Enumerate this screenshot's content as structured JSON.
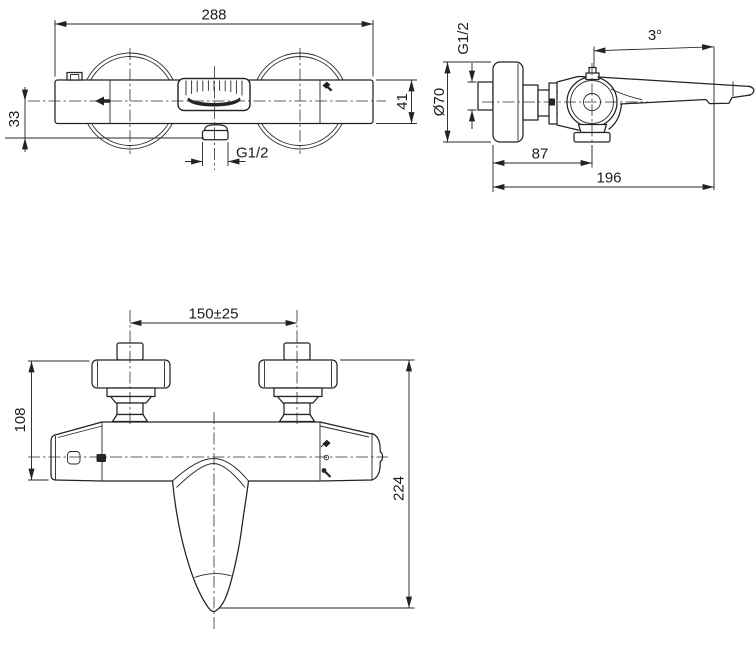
{
  "drawing": {
    "background": "#ffffff",
    "line_color": "#232323",
    "views": {
      "front": {
        "name": "front-view",
        "dims": {
          "overall_width": "288",
          "body_height": "41",
          "center_to_outlet": "33",
          "outlet_thread": "G1/2"
        }
      },
      "side": {
        "name": "side-view",
        "dims": {
          "inlet_thread": "G1/2",
          "flange_diameter": "Ø70",
          "spout_angle": "3°",
          "wall_to_valve_center": "87",
          "wall_to_spout_outlet": "196"
        }
      },
      "top": {
        "name": "top-view",
        "dims": {
          "inlet_spacing": "150±25",
          "flange_to_body_front": "108",
          "flange_to_spout_tip": "224"
        }
      }
    },
    "icons": {
      "front_temperature_arrow": "left-arrow-icon",
      "front_hand_shower": "hand-shower-icon",
      "top_safety_button": "button-outline-icon",
      "top_temp_button": "temp-button-icon",
      "top_shower_mode": "shower-head-icon",
      "top_mode_dot": "dot-icon",
      "top_handshower_mode": "hand-shower-icon"
    }
  }
}
